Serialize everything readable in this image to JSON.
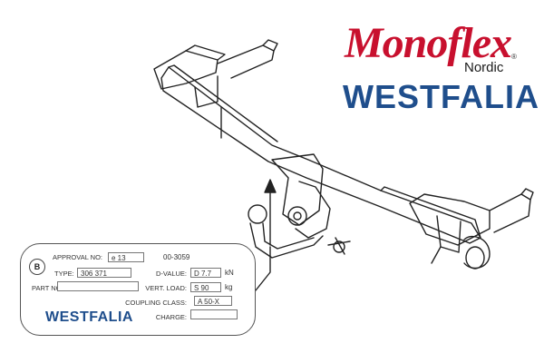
{
  "logos": {
    "monoflex": "Monoflex",
    "registered": "®",
    "nordic": "Nordic",
    "westfalia": "WESTFALIA"
  },
  "plate": {
    "badge": "B",
    "approval_no_label": "APPROVAL NO:",
    "approval_prefix": "e 13",
    "approval_number": "00-3059",
    "type_label": "TYPE:",
    "type_value": "306 371",
    "part_no_label": "PART NO:",
    "part_no_value": "",
    "d_value_label": "D-VALUE:",
    "d_value": "D 7.7",
    "d_value_unit": "kN",
    "vert_load_label": "VERT. LOAD:",
    "vert_load_value": "S 90",
    "vert_load_unit": "kg",
    "coupling_class_label": "COUPLING CLASS:",
    "coupling_class_value": "A 50-X",
    "charge_label": "CHARGE:",
    "charge_value": "",
    "brand": "WESTFALIA"
  },
  "colors": {
    "monoflex_red": "#c8102e",
    "westfalia_blue": "#1f4e8c",
    "line": "#222222"
  }
}
